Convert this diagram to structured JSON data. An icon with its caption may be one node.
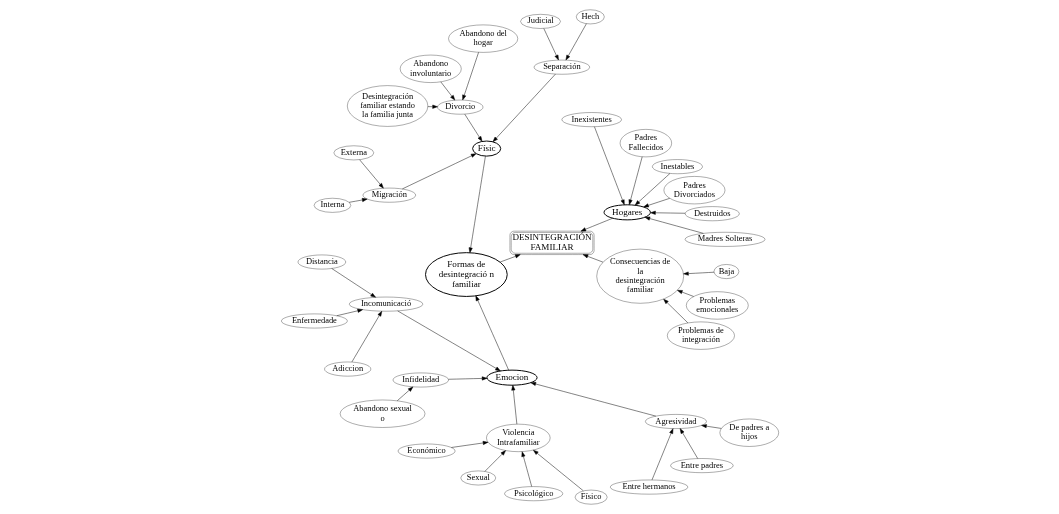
{
  "diagram": {
    "nodes": [
      {
        "text": [
          "Madres Solteras"
        ]
      },
      {
        "text": [
          "Destruidos"
        ]
      },
      {
        "text": [
          "Padres Divorciados"
        ]
      },
      {
        "text": [
          "Inestables"
        ]
      },
      {
        "text": [
          "Padres Fallecidos"
        ]
      },
      {
        "text": [
          "Inexistentes"
        ]
      },
      {
        "text": [
          "Hogares"
        ]
      },
      {
        "text": [
          "Abandono del hogar"
        ]
      },
      {
        "text": [
          "Hech"
        ]
      },
      {
        "text": [
          "Judicial"
        ]
      },
      {
        "text": [
          "Abandono involuntario"
        ]
      },
      {
        "text": [
          "Separación"
        ]
      },
      {
        "text": [
          "Divorcio"
        ]
      },
      {
        "text": [
          "Desintegración familiar estando la familia junta"
        ]
      },
      {
        "text": [
          "Físic"
        ]
      },
      {
        "text": [
          "DESINTEGRACIÓN FAMILIAR"
        ]
      },
      {
        "text": [
          "Formas de desintegració n familiar"
        ]
      },
      {
        "text": [
          "Externa"
        ]
      },
      {
        "text": [
          "Migración"
        ]
      },
      {
        "text": [
          "Interna"
        ]
      },
      {
        "text": [
          "Problemas de integración"
        ]
      },
      {
        "text": [
          "Consecuencias de la desintegración familiar"
        ]
      },
      {
        "text": [
          "Distancia"
        ]
      },
      {
        "text": [
          "Emocion"
        ]
      },
      {
        "text": [
          "Incomunicació"
        ]
      },
      {
        "text": [
          "Problemas emocionales"
        ]
      },
      {
        "text": [
          "Enfermedade"
        ]
      },
      {
        "text": [
          "Infidelidad"
        ]
      },
      {
        "text": [
          "Adiccion"
        ]
      },
      {
        "text": [
          "Baja"
        ]
      },
      {
        "text": [
          "Económico"
        ]
      },
      {
        "text": [
          "Violencia Intrafamiliar"
        ]
      },
      {
        "text": [
          "Abandono sexual o"
        ]
      },
      {
        "text": [
          "Agresividad"
        ]
      },
      {
        "text": [
          "Sexual"
        ]
      },
      {
        "text": [
          "Entre hermanos"
        ]
      },
      {
        "text": [
          "Entre padres"
        ]
      },
      {
        "text": [
          "Psicológico"
        ]
      },
      {
        "text": [
          "Físico"
        ]
      },
      {
        "text": [
          "De padres a hijos"
        ]
      }
    ],
    "edges": [
      {
        "from": 0,
        "to": 6,
        "arrow": "to"
      },
      {
        "from": 1,
        "to": 6,
        "arrow": "to"
      },
      {
        "from": 2,
        "to": 6,
        "arrow": "to"
      },
      {
        "from": 3,
        "to": 6,
        "arrow": "to"
      },
      {
        "from": 4,
        "to": 6,
        "arrow": "to"
      },
      {
        "from": 5,
        "to": 6,
        "arrow": "to"
      },
      {
        "from": 6,
        "to": 15,
        "arrow": "to"
      },
      {
        "from": 7,
        "to": 12,
        "arrow": "to"
      },
      {
        "from": 8,
        "to": 11,
        "arrow": "to"
      },
      {
        "from": 9,
        "to": 11,
        "arrow": "to"
      },
      {
        "from": 10,
        "to": 12,
        "arrow": "to"
      },
      {
        "from": 11,
        "to": 14,
        "arrow": "to"
      },
      {
        "from": 13,
        "to": 12,
        "arrow": "to"
      },
      {
        "from": 12,
        "to": 14,
        "arrow": "to"
      },
      {
        "from": 14,
        "to": 16,
        "arrow": "to"
      },
      {
        "from": 16,
        "to": 15,
        "arrow": "to"
      },
      {
        "from": 17,
        "to": 18,
        "arrow": "to"
      },
      {
        "from": 19,
        "to": 18,
        "arrow": "to"
      },
      {
        "from": 18,
        "to": 14,
        "arrow": "to"
      },
      {
        "from": 20,
        "to": 21,
        "arrow": "to"
      },
      {
        "from": 21,
        "to": 15,
        "arrow": "to"
      },
      {
        "from": 25,
        "to": 21,
        "arrow": "to"
      },
      {
        "from": 29,
        "to": 21,
        "arrow": "to"
      },
      {
        "from": 23,
        "to": 16,
        "arrow": "to"
      },
      {
        "from": 22,
        "to": 24,
        "arrow": "to"
      },
      {
        "from": 26,
        "to": 24,
        "arrow": "to"
      },
      {
        "from": 28,
        "to": 24,
        "arrow": "to"
      },
      {
        "from": 24,
        "to": 23,
        "arrow": "to"
      },
      {
        "from": 27,
        "to": 23,
        "arrow": "to"
      },
      {
        "from": 32,
        "to": 27,
        "arrow": "to"
      },
      {
        "from": 33,
        "to": 23,
        "arrow": "to"
      },
      {
        "from": 31,
        "to": 23,
        "arrow": "to"
      },
      {
        "from": 30,
        "to": 31,
        "arrow": "to"
      },
      {
        "from": 34,
        "to": 31,
        "arrow": "to"
      },
      {
        "from": 37,
        "to": 31,
        "arrow": "to"
      },
      {
        "from": 38,
        "to": 31,
        "arrow": "to"
      },
      {
        "from": 35,
        "to": 33,
        "arrow": "to"
      },
      {
        "from": 39,
        "to": 33,
        "arrow": "to"
      },
      {
        "from": 36,
        "to": 33,
        "arrow": "to"
      }
    ]
  }
}
